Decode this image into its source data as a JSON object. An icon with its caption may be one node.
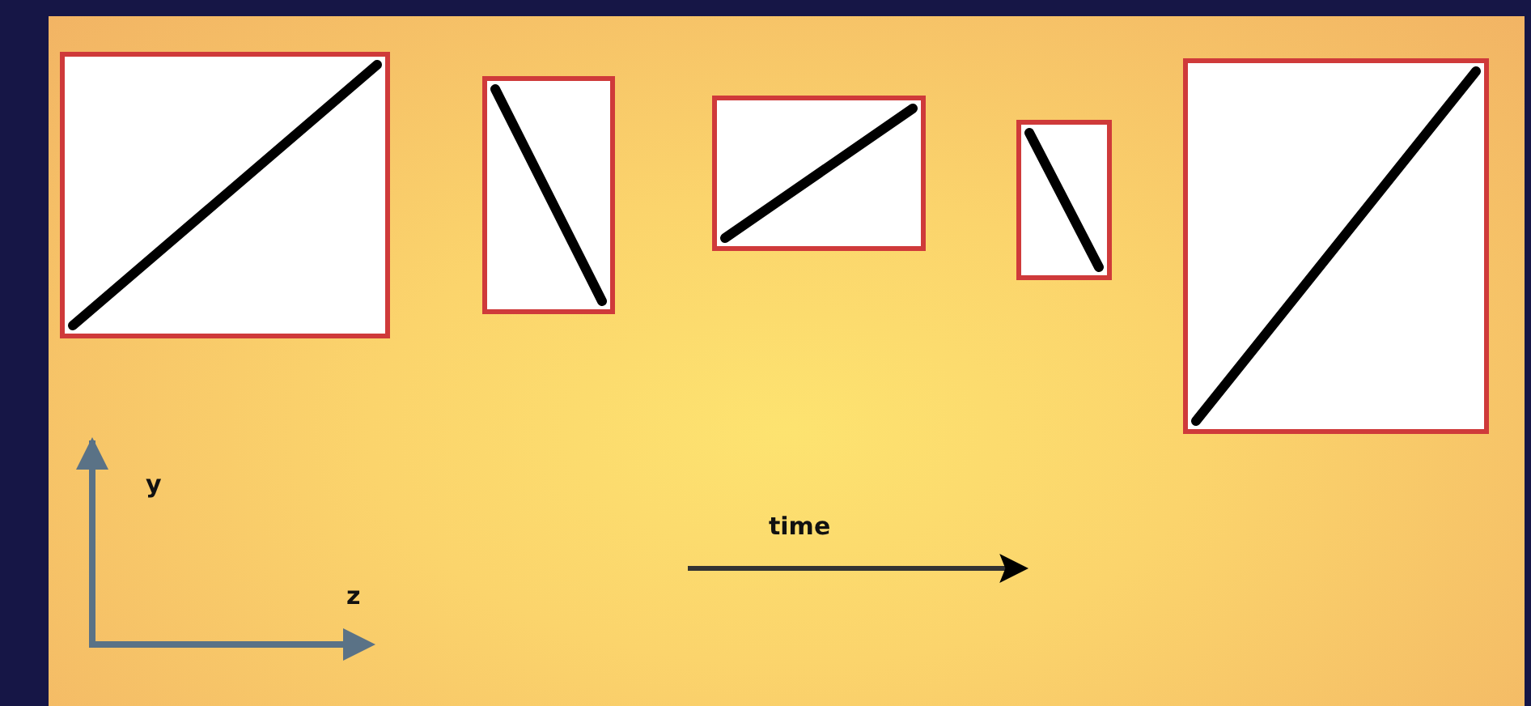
{
  "diagram": {
    "nodes": [
      {
        "text": [],
        "shape": "box"
      },
      {
        "text": [],
        "shape": "box"
      },
      {
        "text": [],
        "shape": "box"
      },
      {
        "text": [],
        "shape": "box"
      },
      {
        "text": [],
        "shape": "box"
      }
    ],
    "labels": [
      "y",
      "z",
      "time"
    ]
  }
}
